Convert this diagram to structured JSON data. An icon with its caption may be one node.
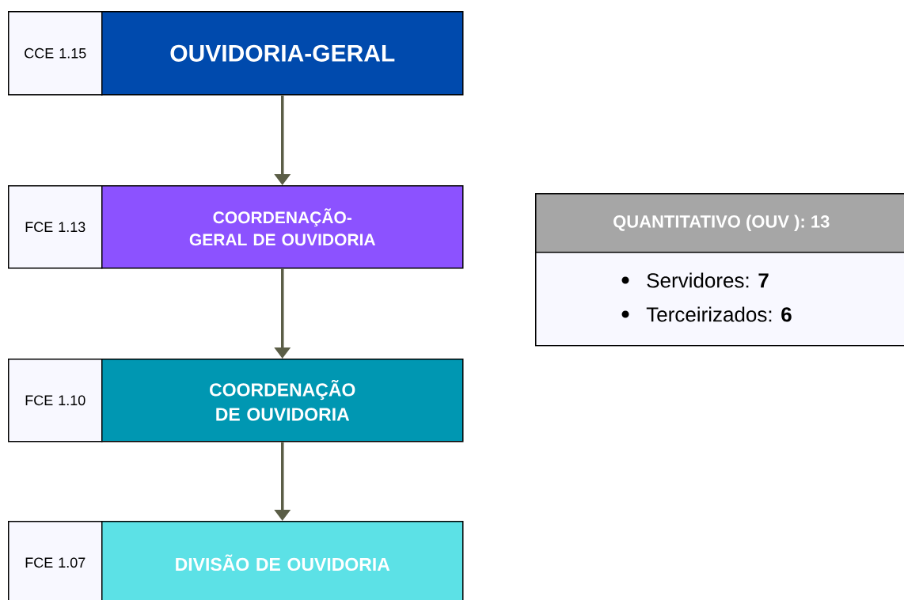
{
  "diagram": {
    "nodes": [
      {
        "text": [
          "CCE 1.15"
        ]
      },
      {
        "text": [
          "OUVIDORIA-GERAL"
        ]
      },
      {
        "text": [
          "FCE 1.13"
        ]
      },
      {
        "text": [
          "COORDENAÇÃO-GERAL DE OUVIDORIA"
        ]
      },
      {
        "text": [
          "FCE 1.10"
        ]
      },
      {
        "text": [
          "COORDENAÇÃO DE OUVIDORIA"
        ]
      },
      {
        "text": [
          "FCE 1.07"
        ]
      },
      {
        "text": [
          "DIVISÃO DE OUVIDORIA"
        ]
      },
      {
        "text": [
          "QUANTITATIVO (OUV ): 13",
          "Servidores: **7**",
          "Terceirizados: **6**"
        ]
      }
    ],
    "edges": [
      {
        "from": 1,
        "to": 3,
        "arrow": "to"
      },
      {
        "from": 3,
        "to": 5,
        "arrow": "to"
      },
      {
        "from": 5,
        "to": 7,
        "arrow": "to"
      }
    ]
  }
}
